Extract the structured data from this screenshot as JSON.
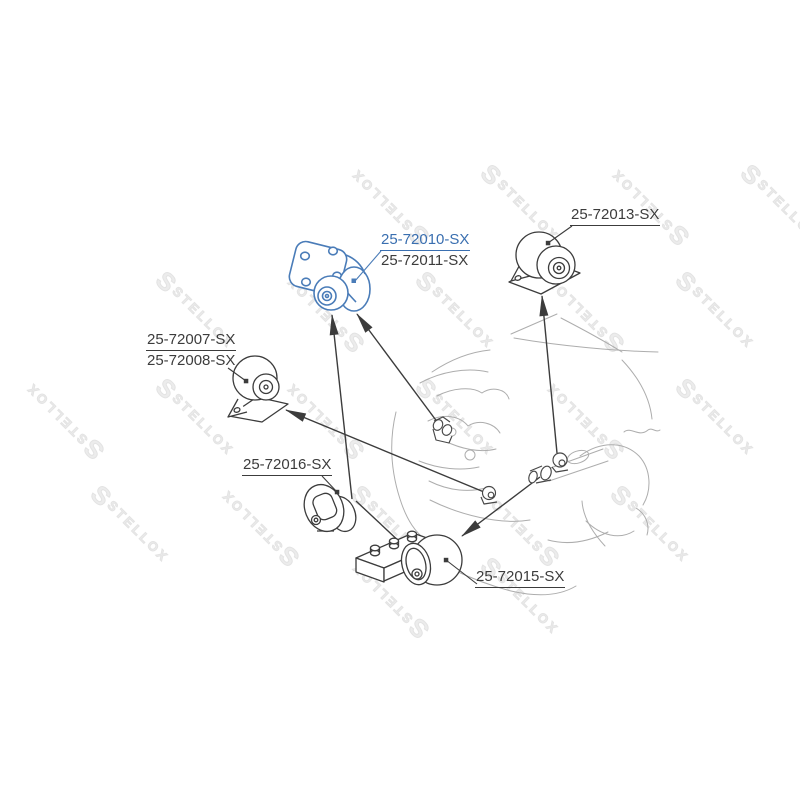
{
  "diagram": {
    "brand": "STELLOX",
    "watermark": {
      "text": "STELLOX",
      "logo_glyph": "S",
      "logo_icon": "stellox-s-wrench"
    },
    "highlighted_part": "25-72010-SX",
    "callouts": {
      "c10": {
        "line1": "25-72010-SX",
        "line2": "25-72011-SX"
      },
      "c13": {
        "line1": "25-72013-SX"
      },
      "c07": {
        "line1": "25-72007-SX",
        "line2": "25-72008-SX"
      },
      "c16": {
        "line1": "25-72016-SX"
      },
      "c15": {
        "line1": "25-72015-SX"
      }
    },
    "colors": {
      "line_dark": "#3c3c3c",
      "label_blue": "#3a6fb0",
      "highlight_blue": "#4a7cb8",
      "sketch_gray": "#adadad",
      "watermark_gray": "#ececec"
    }
  }
}
